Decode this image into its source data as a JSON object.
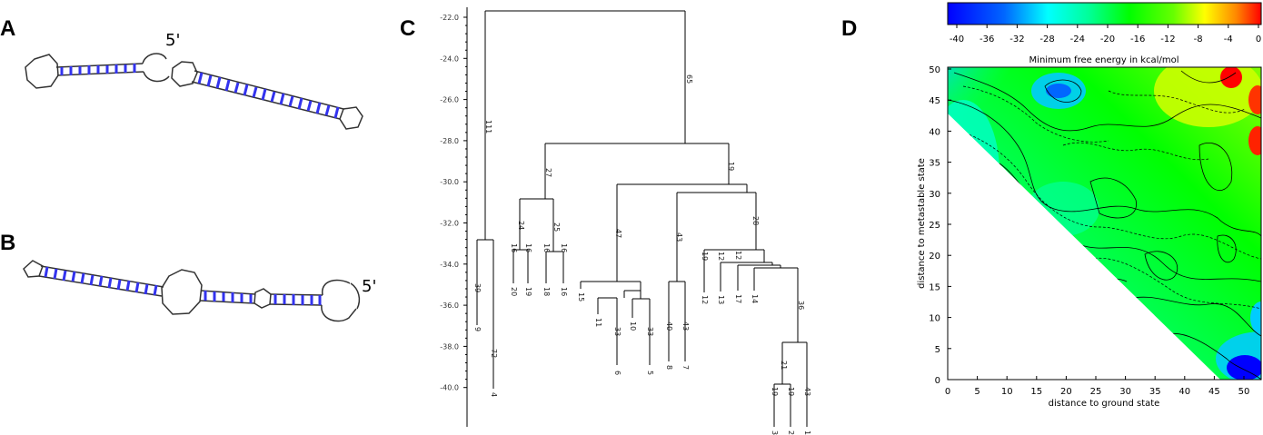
{
  "panels": {
    "a": {
      "letter": "A",
      "five_prime": "5'"
    },
    "b": {
      "letter": "B",
      "five_prime": "5'"
    },
    "c": {
      "letter": "C",
      "y_ticks": [
        "-22.0",
        "-24.0",
        "-26.0",
        "-28.0",
        "-30.0",
        "-32.0",
        "-34.0",
        "-36.0",
        "-38.0",
        "-40.0"
      ],
      "leaf_labels": [
        {
          "id": "9",
          "value": "39"
        },
        {
          "id": "4",
          "value": "72"
        },
        {
          "id": "20",
          "value": "16"
        },
        {
          "id": "19",
          "value": "16"
        },
        {
          "id": "18",
          "value": "16"
        },
        {
          "id": "16",
          "value": "16"
        },
        {
          "id": "15",
          "value": ""
        },
        {
          "id": "11",
          "value": ""
        },
        {
          "id": "6",
          "value": "33"
        },
        {
          "id": "10",
          "value": ""
        },
        {
          "id": "5",
          "value": "33"
        },
        {
          "id": "8",
          "value": "40"
        },
        {
          "id": "7",
          "value": "43"
        },
        {
          "id": "12",
          "value": "19"
        },
        {
          "id": "13",
          "value": "12"
        },
        {
          "id": "17",
          "value": "12"
        },
        {
          "id": "14",
          "value": ""
        },
        {
          "id": "3",
          "value": "19"
        },
        {
          "id": "2",
          "value": "19"
        },
        {
          "id": "1",
          "value": "43"
        }
      ],
      "branch_labels": [
        "111",
        "65",
        "27",
        "19",
        "24",
        "25",
        "47",
        "43",
        "28",
        "21",
        "36"
      ]
    },
    "d": {
      "letter": "D",
      "colorbar_title": "Minimum free energy in kcal/mol",
      "colorbar_ticks": [
        "-40",
        "-36",
        "-32",
        "-28",
        "-24",
        "-20",
        "-16",
        "-12",
        "-8",
        "-4",
        "0"
      ],
      "xlabel": "distance to ground state",
      "ylabel": "distance to metastable state",
      "x_ticks": [
        "0",
        "5",
        "10",
        "15",
        "20",
        "25",
        "30",
        "35",
        "40",
        "45",
        "50"
      ],
      "y_ticks": [
        "0",
        "5",
        "10",
        "15",
        "20",
        "25",
        "30",
        "35",
        "40",
        "45",
        "50"
      ]
    }
  }
}
